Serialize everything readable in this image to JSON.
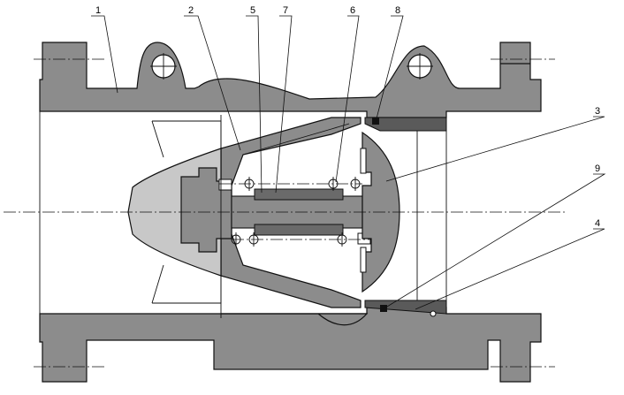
{
  "callouts": [
    {
      "id": "1",
      "text": "1"
    },
    {
      "id": "2",
      "text": "2"
    },
    {
      "id": "3",
      "text": "3"
    },
    {
      "id": "4",
      "text": "4"
    },
    {
      "id": "5",
      "text": "5"
    },
    {
      "id": "6",
      "text": "6"
    },
    {
      "id": "7",
      "text": "7"
    },
    {
      "id": "8",
      "text": "8"
    },
    {
      "id": "9",
      "text": "9"
    }
  ],
  "colors": {
    "body": "#8c8c8c",
    "nose": "#c8c8c8",
    "seat": "#5a5a5a",
    "stroke": "#111111",
    "background": "#ffffff"
  }
}
